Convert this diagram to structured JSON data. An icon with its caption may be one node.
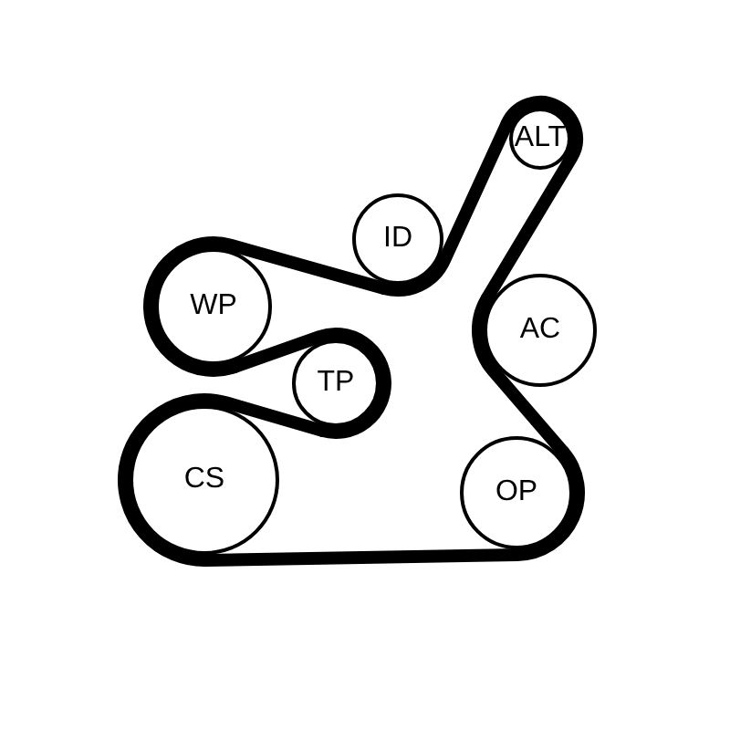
{
  "diagram": {
    "nodes": [
      {
        "text": [
          "ALT"
        ]
      },
      {
        "text": [
          "ID"
        ]
      },
      {
        "text": [
          "WP"
        ]
      },
      {
        "text": [
          "AC"
        ]
      },
      {
        "text": [
          "TP"
        ]
      },
      {
        "text": [
          "CS"
        ]
      },
      {
        "text": [
          "OP"
        ]
      }
    ],
    "edges": [
      {
        "from": 5,
        "to": 4,
        "arrow": "none"
      },
      {
        "from": 4,
        "to": 2,
        "arrow": "none"
      },
      {
        "from": 2,
        "to": 1,
        "arrow": "none"
      },
      {
        "from": 1,
        "to": 0,
        "arrow": "none"
      },
      {
        "from": 0,
        "to": 3,
        "arrow": "none"
      },
      {
        "from": 3,
        "to": 6,
        "arrow": "none"
      },
      {
        "from": 6,
        "to": 5,
        "arrow": "none"
      }
    ]
  }
}
